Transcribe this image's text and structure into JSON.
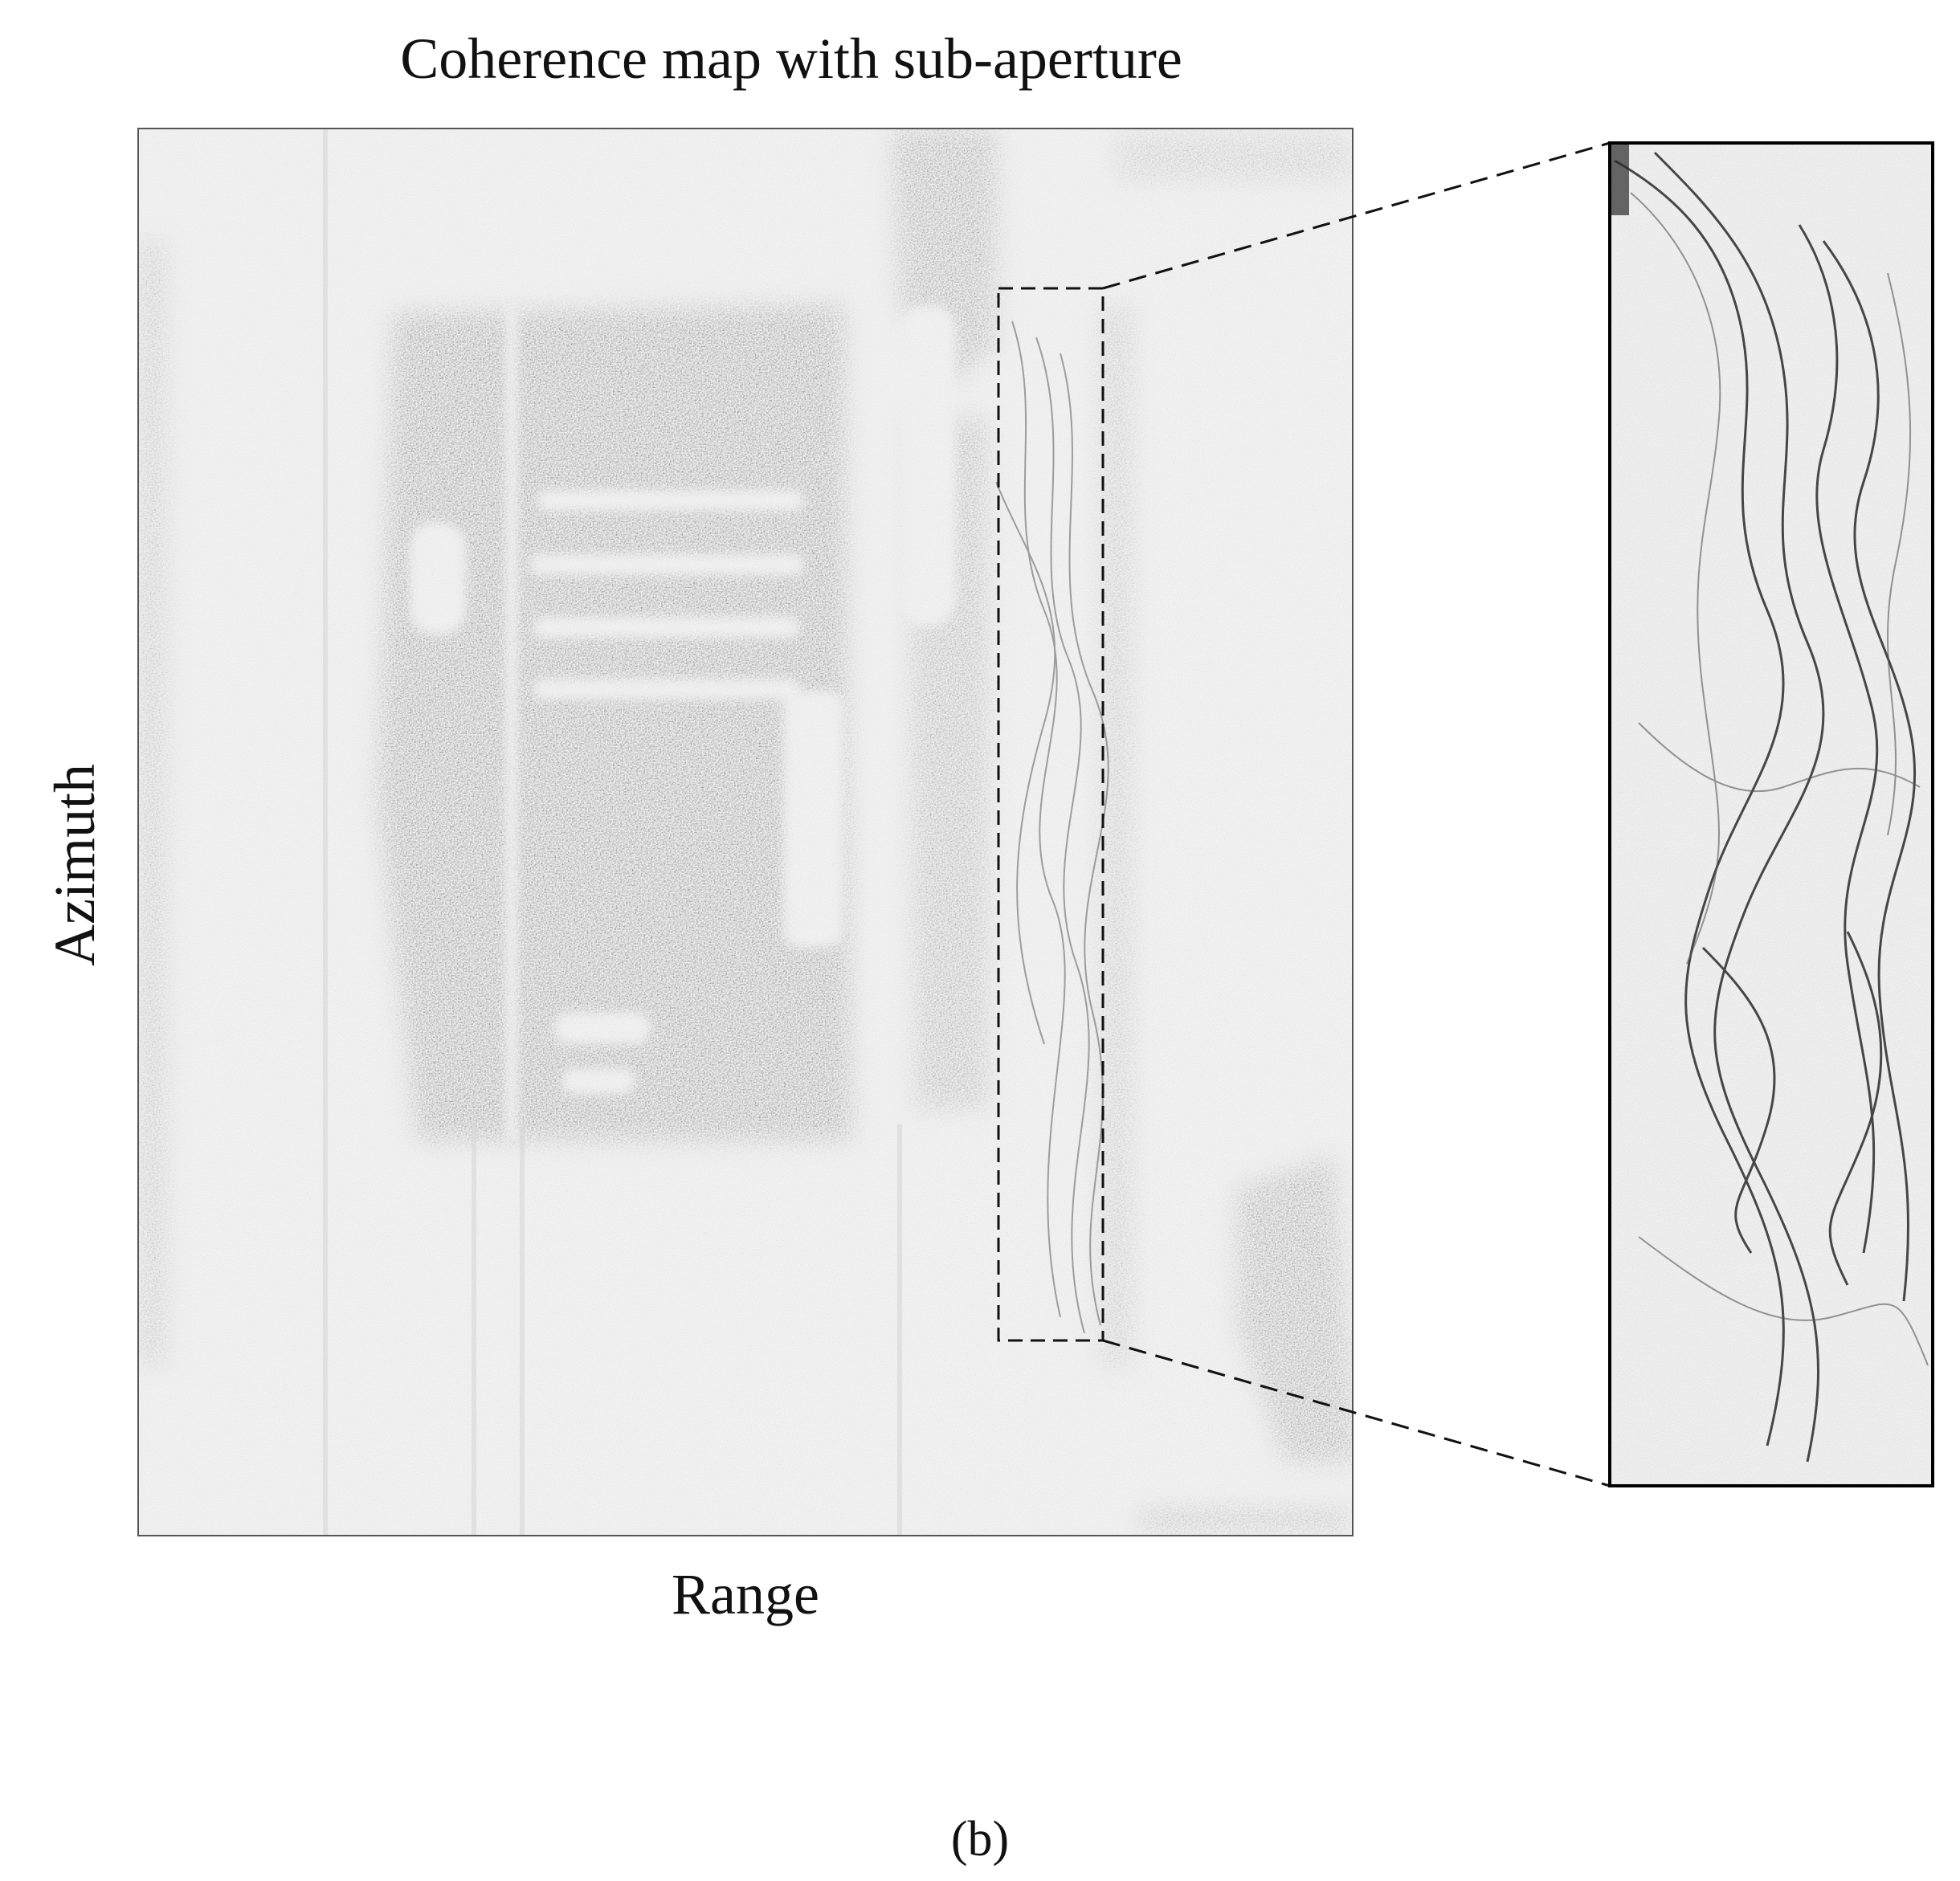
{
  "figure": {
    "title": "Coherence map with sub-aperture",
    "xlabel": "Range",
    "ylabel": "Azimuth",
    "caption": "(b)"
  },
  "image_panels": [
    {
      "name": "coherence-map",
      "content": "grayscale coherence map of a scene; dark speckle = low coherence, light = high coherence"
    },
    {
      "name": "zoom-inset",
      "content": "magnified view of the dashed region showing curved wavy streaks"
    }
  ],
  "colors": {
    "background": "#f3f3f3",
    "dark_pixel": "#1e1e1e",
    "frame": "#000000"
  }
}
